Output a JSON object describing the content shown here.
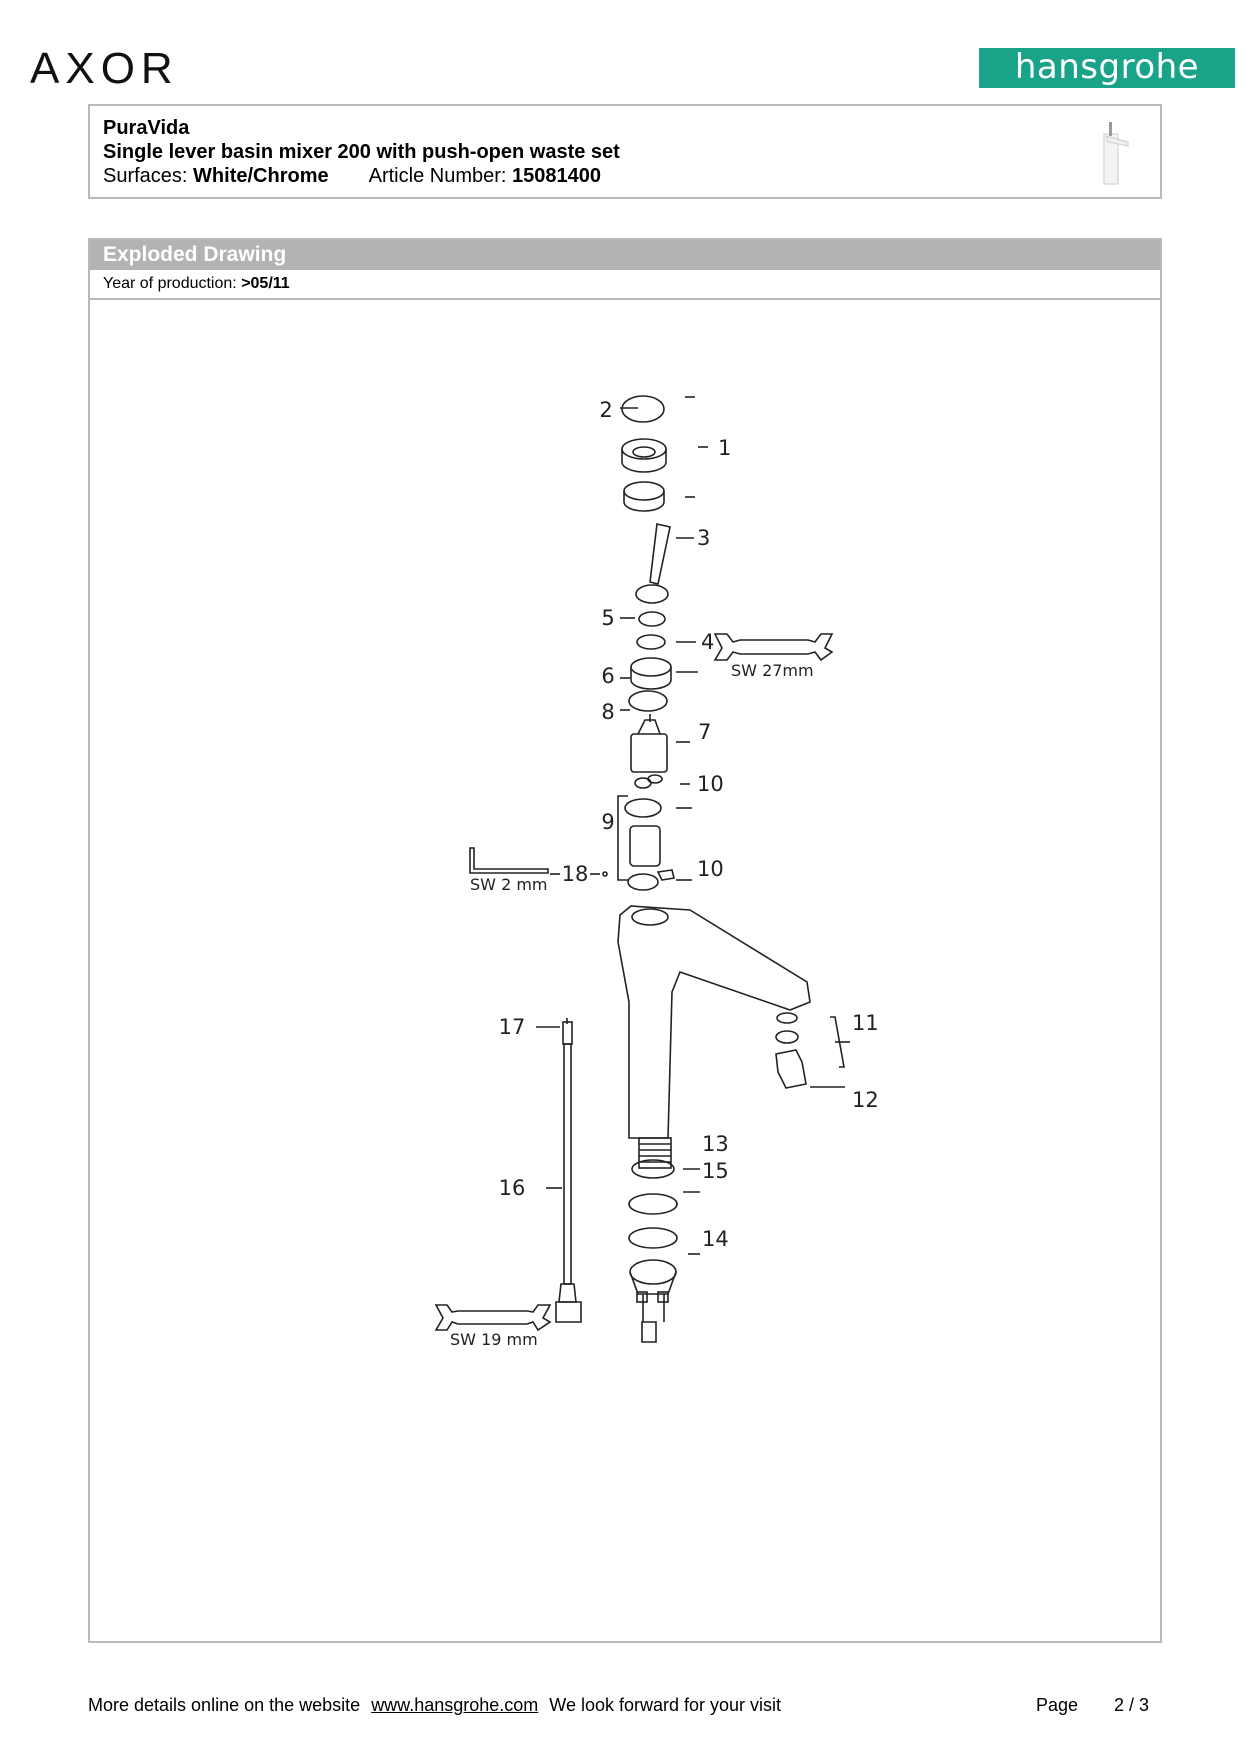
{
  "header": {
    "brand_left": "AXOR",
    "brand_right": "hansgrohe"
  },
  "product": {
    "name": "PuraVida",
    "description": "Single lever basin mixer 200 with push-open waste set",
    "surfaces_label": "Surfaces:",
    "surfaces_value": "White/Chrome",
    "article_label": "Article Number:",
    "article_value": "15081400"
  },
  "section": {
    "title": "Exploded Drawing",
    "year_label": "Year of production:",
    "year_value": ">05/11"
  },
  "drawing": {
    "part_labels": [
      "1",
      "2",
      "3",
      "4",
      "5",
      "6",
      "7",
      "8",
      "9",
      "10",
      "10",
      "11",
      "12",
      "13",
      "14",
      "15",
      "16",
      "17",
      "18"
    ],
    "wrench_labels": [
      "SW 27mm",
      "SW 2 mm",
      "SW 19 mm"
    ]
  },
  "footer": {
    "text_before": "More details online on the website",
    "link": "www.hansgrohe.com",
    "text_after": "We look forward for your visit",
    "page_label": "Page",
    "page_value": "2 / 3"
  }
}
